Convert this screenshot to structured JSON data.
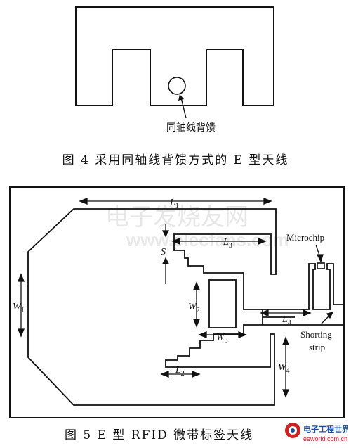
{
  "figure4": {
    "feed_label": "同轴线背馈",
    "caption": "图 4    采用同轴线背馈方式的 E 型天线"
  },
  "figure5": {
    "labels": {
      "L1": "L",
      "L1_sub": "1",
      "L3": "L",
      "L3_sub": "3",
      "L4": "L",
      "L4_sub": "4",
      "L2": "L",
      "L2_sub": "2",
      "W1": "W",
      "W1_sub": "1",
      "W2": "W",
      "W2_sub": "2",
      "W3": "W",
      "W3_sub": "3",
      "W4": "W",
      "W4_sub": "4",
      "S": "S",
      "microchip": "Microchip",
      "shorting_line1": "Shorting",
      "shorting_line2": "strip"
    },
    "watermark_cn": "电子发烧友网",
    "watermark_url": "www.elecfans.com",
    "caption": "图 5    E 型 RFID 微带标签天线"
  },
  "site_logo": {
    "name": "电子工程世界",
    "url": "eeworld.com.cn"
  },
  "colors": {
    "line": "#111111",
    "logo_red": "#cc2222",
    "logo_blue": "#1f4fa0"
  }
}
